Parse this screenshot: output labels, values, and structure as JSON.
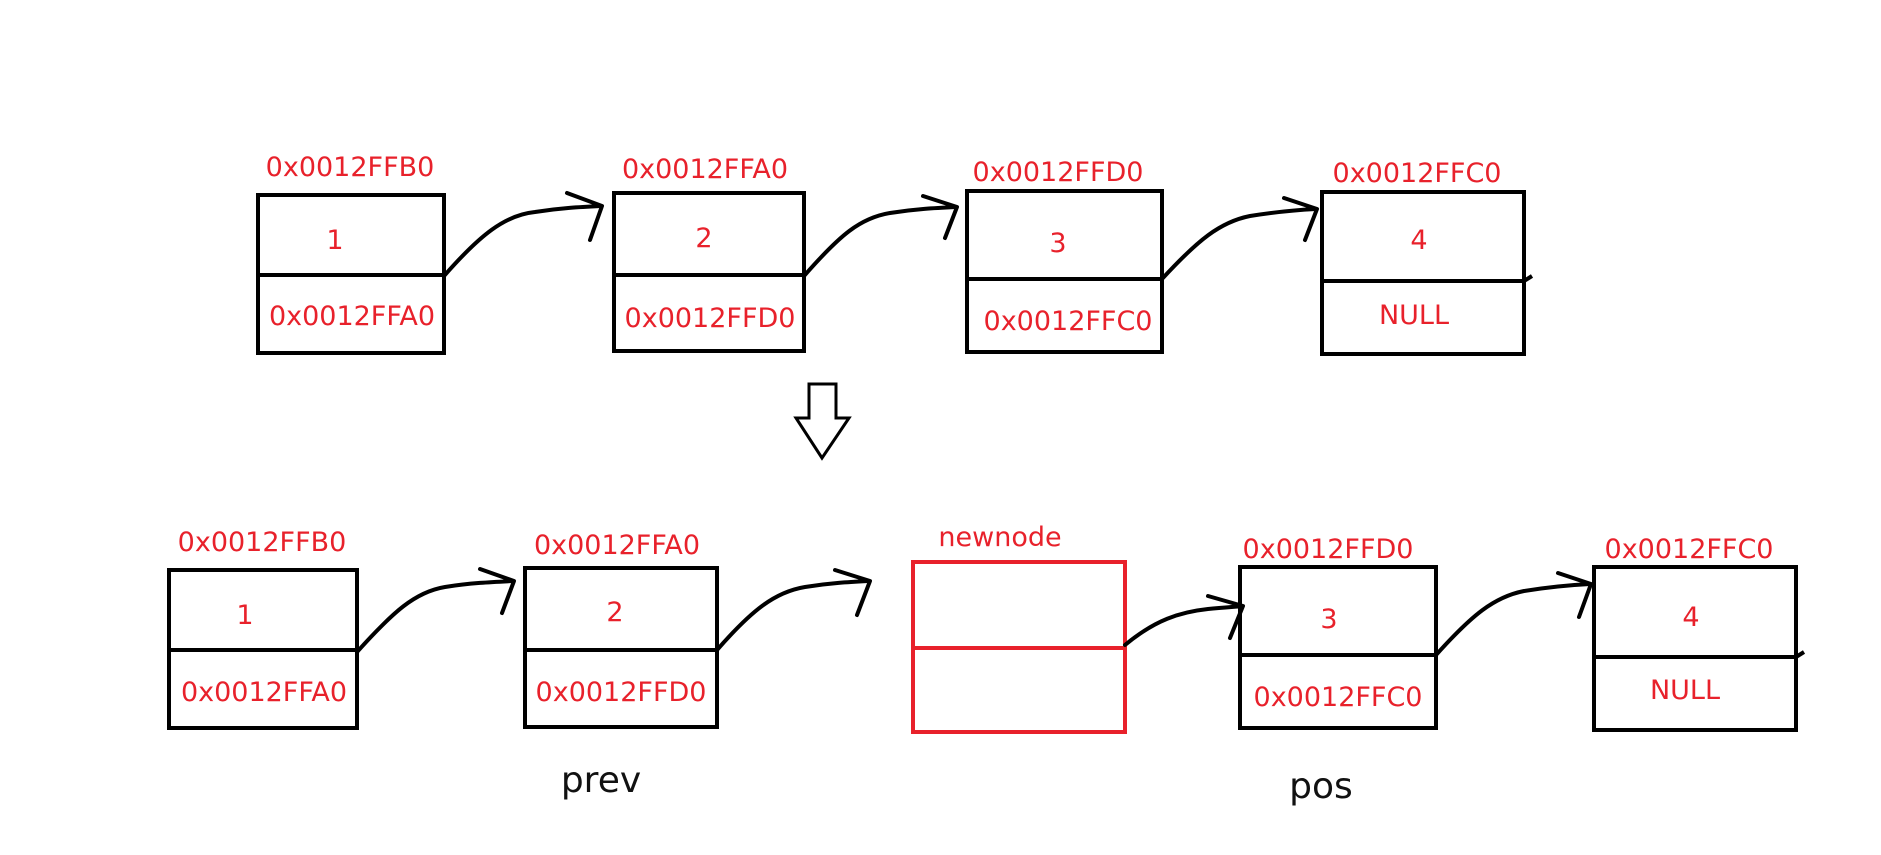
{
  "colors": {
    "node_border": "#000000",
    "new_node_border": "#e8212b",
    "text": "#e8212b",
    "label_text": "#111111"
  },
  "before": {
    "nodes": [
      {
        "address": "0x0012FFB0",
        "value": "1",
        "next": "0x0012FFA0"
      },
      {
        "address": "0x0012FFA0",
        "value": "2",
        "next": "0x0012FFD0"
      },
      {
        "address": "0x0012FFD0",
        "value": "3",
        "next": "0x0012FFC0"
      },
      {
        "address": "0x0012FFC0",
        "value": "4",
        "next": "NULL"
      }
    ]
  },
  "transition_icon": "down-arrow-icon",
  "after": {
    "nodes": [
      {
        "address": "0x0012FFB0",
        "value": "1",
        "next": "0x0012FFA0"
      },
      {
        "address": "0x0012FFA0",
        "value": "2",
        "next": "0x0012FFD0"
      },
      {
        "address": "newnode",
        "value": "",
        "next": ""
      },
      {
        "address": "0x0012FFD0",
        "value": "3",
        "next": "0x0012FFC0"
      },
      {
        "address": "0x0012FFC0",
        "value": "4",
        "next": "NULL"
      }
    ],
    "labels": {
      "prev": "prev",
      "pos": "pos"
    }
  }
}
